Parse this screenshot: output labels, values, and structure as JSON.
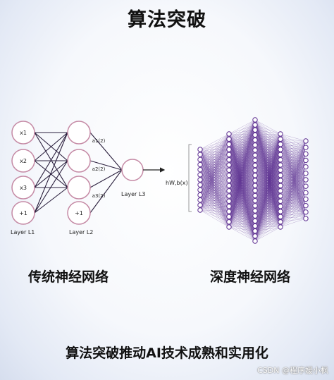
{
  "title": "算法突破",
  "shallow": {
    "caption": "传统神经网络",
    "inputs": [
      "x1",
      "x2",
      "x3",
      "+1"
    ],
    "hidden": [
      "a1(2)",
      "a2(2)",
      "a3(2)",
      "+1"
    ],
    "input_layer": "Layer L1",
    "hidden_layer": "Layer L2",
    "output_layer": "Layer L3",
    "output_label": "hW,b(x)"
  },
  "deep": {
    "caption": "深度神经网络"
  },
  "footer": "算法突破推动AI技术成熟和实用化",
  "watermark": "CSDN @程序媛小枫"
}
